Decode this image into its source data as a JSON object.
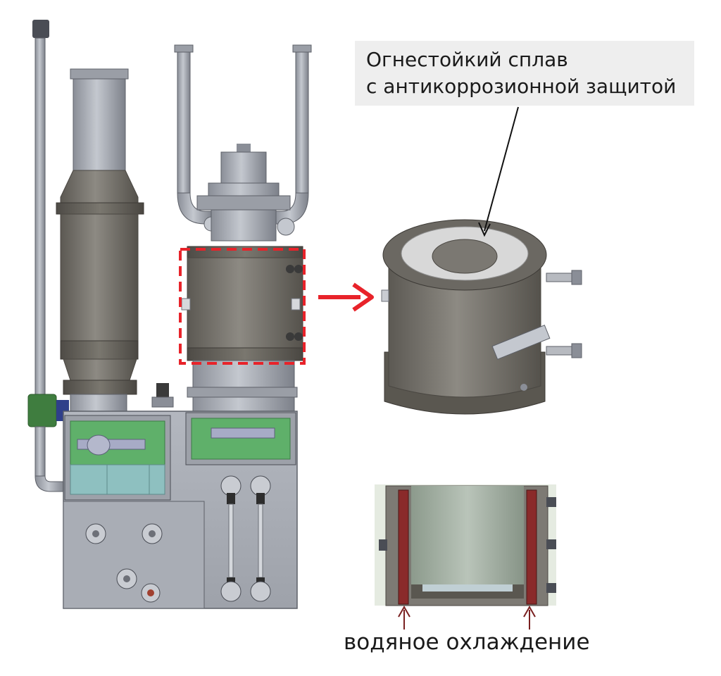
{
  "callout": {
    "line1": "Огнестойкий сплав",
    "line2": "с антикоррозионной защитой"
  },
  "cooling_label": "водяное охлаждение",
  "colors": {
    "highlight": "#e8232a",
    "metal_dark": "#6f6b63",
    "metal_light": "#a8acb4",
    "glass_green": "#5fb06a",
    "cooling_channel": "#8a2a2a",
    "background": "#ffffff"
  }
}
